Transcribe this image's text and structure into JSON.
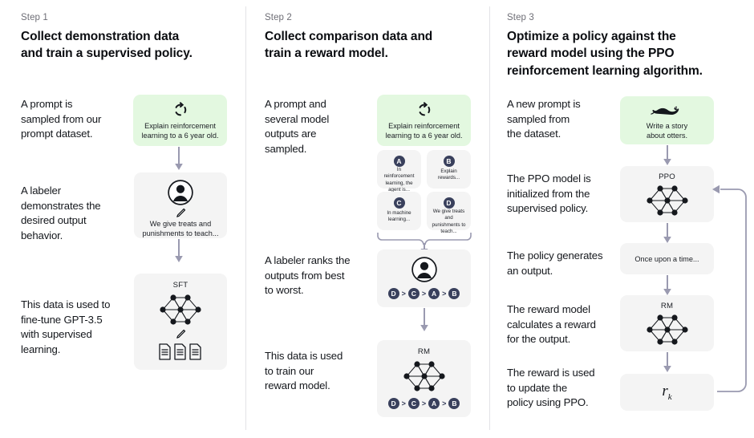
{
  "diagram": {
    "title": "Reinforcement Learning from Human Feedback (RLHF) training pipeline",
    "colors": {
      "prompt_card_bg": "#e3f8e0",
      "card_bg": "#f4f4f4",
      "arrow": "#9a9ab0",
      "badge": "#39405c",
      "divider": "#e3e3e6",
      "step_label": "#6e6e76",
      "text": "#14171c"
    }
  },
  "steps": [
    {
      "label": "Step 1",
      "title": "Collect demonstration data\nand train a supervised policy.",
      "title_lines": [
        "Collect demonstration data",
        "and train a supervised policy."
      ],
      "captions": [
        "A prompt is\nsampled from our\nprompt dataset.",
        "A labeler\ndemonstrates the\ndesired output\nbehavior.",
        "This data is used to\nfine-tune GPT-3.5\nwith supervised\nlearning."
      ],
      "cards": [
        {
          "kind": "prompt",
          "icon": "cycle-icon",
          "text": "Explain reinforcement\nlearning to a 6 year old."
        },
        {
          "kind": "labeler",
          "icon": "person-icon",
          "sub_icon": "pencil-icon",
          "text": "We give treats and\npunishments to teach..."
        },
        {
          "kind": "model",
          "label": "SFT",
          "icon": "neural-net-icon",
          "sub_icon": "pencil-icon",
          "extra_icon": "documents-icon"
        }
      ]
    },
    {
      "label": "Step 2",
      "title": "Collect comparison data and\ntrain a reward model.",
      "title_lines": [
        "Collect comparison data and",
        "train a reward model."
      ],
      "captions": [
        "A prompt and\nseveral model\noutputs are\nsampled.",
        "A labeler ranks the\noutputs from best\nto worst.",
        "This data is used\nto train our\nreward model."
      ],
      "cards": [
        {
          "kind": "prompt",
          "icon": "cycle-icon",
          "text": "Explain reinforcement\nlearning to a 6 year old."
        },
        {
          "kind": "outputs",
          "options": [
            {
              "badge": "A",
              "text": "In reinforcement\nlearning, the\nagent is..."
            },
            {
              "badge": "B",
              "text": "Explain rewards..."
            },
            {
              "badge": "C",
              "text": "In machine\nlearning..."
            },
            {
              "badge": "D",
              "text": "We give treats and\npunishments to\nteach..."
            }
          ]
        },
        {
          "kind": "labeler-rank",
          "icon": "person-icon",
          "ranking": [
            "D",
            "C",
            "A",
            "B"
          ]
        },
        {
          "kind": "model-rank",
          "label": "RM",
          "icon": "neural-net-icon",
          "ranking": [
            "D",
            "C",
            "A",
            "B"
          ]
        }
      ]
    },
    {
      "label": "Step 3",
      "title": "Optimize a policy against the\nreward model using the PPO\nreinforcement learning algorithm.",
      "title_lines": [
        "Optimize a policy against the",
        "reward model using the PPO",
        "reinforcement learning algorithm."
      ],
      "captions": [
        "A new prompt is\nsampled from\nthe dataset.",
        "The PPO model is\ninitialized from the\nsupervised policy.",
        "The policy generates\nan output.",
        "The reward model\ncalculates a reward\nfor the output.",
        "The reward is used\nto update the\npolicy using PPO."
      ],
      "cards": [
        {
          "kind": "prompt",
          "icon": "otter-icon",
          "text": "Write a story\nabout otters."
        },
        {
          "kind": "model",
          "label": "PPO",
          "icon": "neural-net-icon"
        },
        {
          "kind": "output",
          "text": "Once upon a time..."
        },
        {
          "kind": "model",
          "label": "RM",
          "icon": "neural-net-icon"
        },
        {
          "kind": "reward",
          "value": "r",
          "subscript": "k"
        }
      ],
      "feedback_loop": "reward-feedback-arrow"
    }
  ]
}
